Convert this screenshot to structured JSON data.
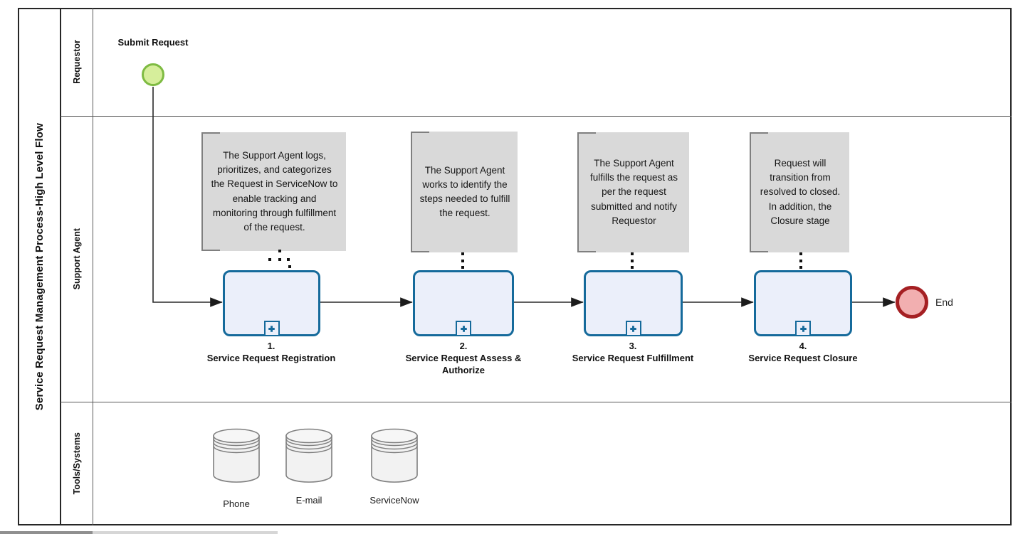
{
  "pool": {
    "title": "Service Request Management Process-High Level Flow"
  },
  "lanes": [
    {
      "label": "Requestor"
    },
    {
      "label": "Support Agent"
    },
    {
      "label": "Tools/Systems"
    }
  ],
  "start_event": {
    "label": "Submit Request"
  },
  "end_event": {
    "label": "End"
  },
  "tasks": [
    {
      "number": "1.",
      "name": "Service Request Registration",
      "annotation": "The Support Agent logs, prioritizes, and categorizes the Request in ServiceNow to enable tracking and monitoring through fulfillment of the request."
    },
    {
      "number": "2.",
      "name": "Service Request Assess & Authorize",
      "annotation": "The Support Agent works to identify the steps needed to fulfill the request."
    },
    {
      "number": "3.",
      "name": "Service Request Fulfillment",
      "annotation": "The Support Agent fulfills the request as per the request submitted and notify Requestor"
    },
    {
      "number": "4.",
      "name": "Service Request Closure",
      "annotation": "Request will transition from resolved to closed. In addition, the Closure stage"
    }
  ],
  "tools": {
    "items": [
      {
        "label": "Phone"
      },
      {
        "label": "E-mail"
      },
      {
        "label": "ServiceNow"
      }
    ]
  },
  "colors": {
    "task_fill": "#EBEFFA",
    "task_border": "#156A9B",
    "start_fill": "#D6EE9B",
    "start_border": "#7EBB42",
    "end_fill": "#F2AFB0",
    "end_border": "#A52023",
    "annotation_fill": "#D9D9D9",
    "cylinder_fill": "#F2F2F2"
  }
}
